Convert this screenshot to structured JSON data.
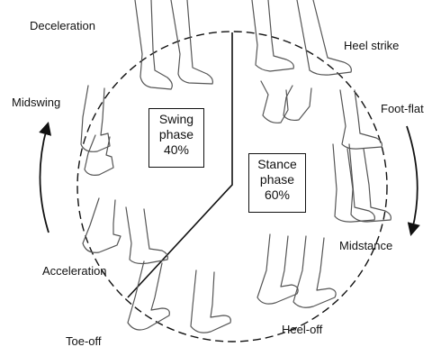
{
  "labels": {
    "deceleration": "Deceleration",
    "heel_strike": "Heel strike",
    "midswing": "Midswing",
    "foot_flat": "Foot-flat",
    "acceleration": "Acceleration",
    "midstance": "Midstance",
    "toe_off": "Toe-off",
    "heel_off": "Heel-off"
  },
  "swing_phase": {
    "line1": "Swing",
    "line2": "phase",
    "percent": "40%"
  },
  "stance_phase": {
    "line1": "Stance",
    "line2": "phase",
    "percent": "60%"
  },
  "colors": {
    "line": "#111111",
    "limb_outline": "#555555",
    "background": "#ffffff"
  }
}
